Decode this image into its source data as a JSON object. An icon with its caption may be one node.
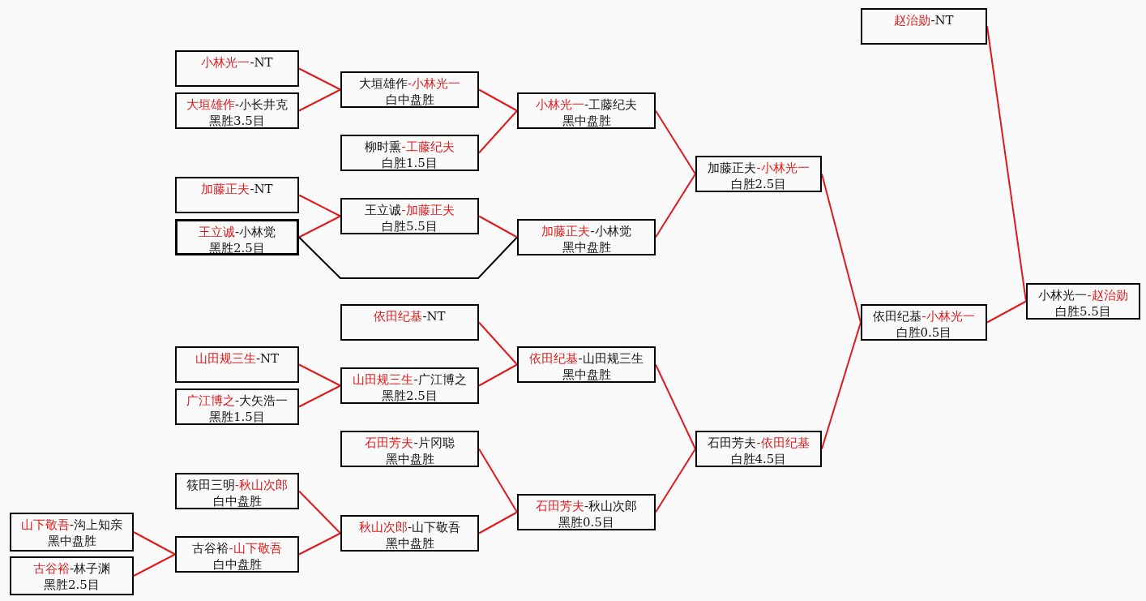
{
  "diagram": {
    "nodes": [
      {
        "text": [
          "山下敬吾-沟上知亲",
          "黑中盘胜"
        ]
      },
      {
        "text": [
          "古谷裕-林子渊",
          "黑胜2.5目"
        ]
      },
      {
        "text": [
          "小林光一-NT"
        ]
      },
      {
        "text": [
          "大垣雄作-小长井克",
          "黑胜3.5目"
        ]
      },
      {
        "text": [
          "加藤正夫-NT"
        ]
      },
      {
        "text": [
          "王立诚-小林觉",
          "黑胜2.5目"
        ]
      },
      {
        "text": [
          "山田规三生-NT"
        ]
      },
      {
        "text": [
          "广江博之-大矢浩一",
          "黑胜1.5目"
        ]
      },
      {
        "text": [
          "筱田三明-秋山次郎",
          "白中盘胜"
        ]
      },
      {
        "text": [
          "古谷裕-山下敬吾",
          "白中盘胜"
        ]
      },
      {
        "text": [
          "大垣雄作-小林光一",
          "白中盘胜"
        ]
      },
      {
        "text": [
          "柳时熏-工藤纪夫",
          "白胜1.5目"
        ]
      },
      {
        "text": [
          "王立诚-加藤正夫",
          "白胜5.5目"
        ]
      },
      {
        "text": [
          "依田纪基-NT"
        ]
      },
      {
        "text": [
          "山田规三生-广江博之",
          "黑胜2.5目"
        ]
      },
      {
        "text": [
          "石田芳夫-片冈聪",
          "黑中盘胜"
        ]
      },
      {
        "text": [
          "秋山次郎-山下敬吾",
          "黑中盘胜"
        ]
      },
      {
        "text": [
          "小林光一-工藤纪夫",
          "黑中盘胜"
        ]
      },
      {
        "text": [
          "加藤正夫-小林觉",
          "黑中盘胜"
        ]
      },
      {
        "text": [
          "依田纪基-山田规三生",
          "黑中盘胜"
        ]
      },
      {
        "text": [
          "石田芳夫-秋山次郎",
          "黑胜0.5目"
        ]
      },
      {
        "text": [
          "加藤正夫-小林光一",
          "白胜2.5目"
        ]
      },
      {
        "text": [
          "石田芳夫-依田纪基",
          "白胜4.5目"
        ]
      },
      {
        "text": [
          "赵治勋-NT"
        ]
      },
      {
        "text": [
          "依田纪基-小林光一",
          "白胜0.5目"
        ]
      },
      {
        "text": [
          "小林光一-赵治勋",
          "白胜5.5目"
        ]
      }
    ],
    "edges": [
      {
        "from": 0,
        "to": 9,
        "arrow": "none"
      },
      {
        "from": 1,
        "to": 9,
        "arrow": "none"
      },
      {
        "from": 2,
        "to": 10,
        "arrow": "none"
      },
      {
        "from": 3,
        "to": 10,
        "arrow": "none"
      },
      {
        "from": 4,
        "to": 12,
        "arrow": "none"
      },
      {
        "from": 5,
        "to": 12,
        "arrow": "none"
      },
      {
        "from": 5,
        "to": 18,
        "arrow": "none",
        "color": "#000000"
      },
      {
        "from": 6,
        "to": 14,
        "arrow": "none"
      },
      {
        "from": 7,
        "to": 14,
        "arrow": "none"
      },
      {
        "from": 8,
        "to": 16,
        "arrow": "none"
      },
      {
        "from": 9,
        "to": 16,
        "arrow": "none"
      },
      {
        "from": 10,
        "to": 17,
        "arrow": "none"
      },
      {
        "from": 11,
        "to": 17,
        "arrow": "none"
      },
      {
        "from": 12,
        "to": 18,
        "arrow": "none"
      },
      {
        "from": 13,
        "to": 19,
        "arrow": "none"
      },
      {
        "from": 14,
        "to": 19,
        "arrow": "none"
      },
      {
        "from": 15,
        "to": 20,
        "arrow": "none"
      },
      {
        "from": 16,
        "to": 20,
        "arrow": "none"
      },
      {
        "from": 17,
        "to": 21,
        "arrow": "none"
      },
      {
        "from": 18,
        "to": 21,
        "arrow": "none"
      },
      {
        "from": 19,
        "to": 22,
        "arrow": "none"
      },
      {
        "from": 20,
        "to": 22,
        "arrow": "none"
      },
      {
        "from": 21,
        "to": 24,
        "arrow": "none"
      },
      {
        "from": 22,
        "to": 24,
        "arrow": "none"
      },
      {
        "from": 23,
        "to": 25,
        "arrow": "none"
      },
      {
        "from": 24,
        "to": 25,
        "arrow": "none"
      }
    ]
  }
}
